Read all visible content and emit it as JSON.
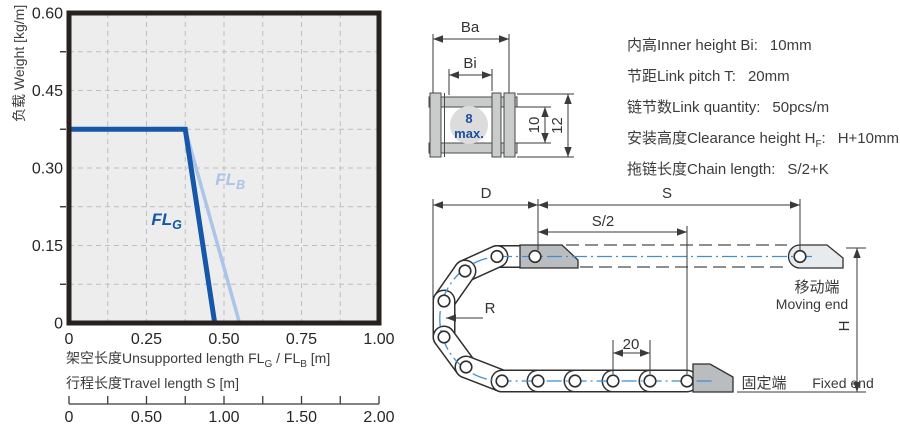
{
  "chart_data": {
    "type": "line",
    "title": "",
    "ylabel": "负载 Weight [kg/m]",
    "xlabel_line1": "架空长度Unsupported length FLG / FLB [m]",
    "xlabel_line2": "行程长度Travel length S [m]",
    "xlim": [
      0,
      1.0
    ],
    "ylim": [
      0,
      0.6
    ],
    "x_ticks": {
      "values": [
        0,
        0.25,
        0.5,
        0.75,
        1.0
      ],
      "labels": [
        "0",
        "0.25",
        "0.50",
        "0.75",
        "1.00"
      ]
    },
    "y_ticks": {
      "values": [
        0,
        0.15,
        0.3,
        0.45,
        0.6
      ],
      "labels": [
        "0",
        "0.15",
        "0.30",
        "0.45",
        "0.60"
      ]
    },
    "grid": {
      "x_step": 0.125,
      "y_step": 0.075,
      "style": "dashed",
      "color": "#bfbfbf"
    },
    "plot_bg": "#ededed",
    "border_color": "#29211f",
    "series": [
      {
        "name": "FL_B",
        "label_main": "FL",
        "label_sub": "B",
        "color": "#abc4ea",
        "line_width": 3.5,
        "points": [
          [
            0.375,
            0.375
          ],
          [
            0.55,
            0
          ]
        ],
        "label_pos": [
          0.52,
          0.267
        ]
      },
      {
        "name": "FL_G",
        "label_main": "FL",
        "label_sub": "G",
        "color": "#1557a8",
        "line_width": 5,
        "points": [
          [
            0,
            0.375
          ],
          [
            0.375,
            0.375
          ],
          [
            0.47,
            0
          ]
        ],
        "label_pos": [
          0.315,
          0.19
        ]
      }
    ],
    "secondary_x_axis": {
      "range": [
        0,
        2.0
      ],
      "tick_step": 0.25,
      "labels": {
        "values": [
          0,
          0.5,
          1.0,
          1.5,
          2.0
        ],
        "texts": [
          "0",
          "0.50",
          "1.00",
          "1.50",
          "2.00"
        ]
      }
    }
  },
  "captions": {
    "line1_pre": "架空长度Unsupported length FL",
    "line1_sub1": "G",
    "line1_mid": " / FL",
    "line1_sub2": "B",
    "line1_post": " [m]",
    "line2": "行程长度Travel length S [m]"
  },
  "cross_section": {
    "dim_outer_width": "Ba",
    "dim_inner_width": "Bi",
    "dim_inner_height": "10",
    "dim_outer_height": "12",
    "cable_note_line1": "8",
    "cable_note_line2": "max.",
    "note_color": "#1a4e9e"
  },
  "specs": {
    "rows": [
      {
        "zh": "内高",
        "en": "Inner height Bi:",
        "sub": "",
        "post": "",
        "value": "10mm"
      },
      {
        "zh": "节距",
        "en": "Link pitch T:",
        "sub": "",
        "post": "",
        "value": "20mm"
      },
      {
        "zh": "链节数",
        "en": "Link quantity:",
        "sub": "",
        "post": "",
        "value": "50pcs/m"
      },
      {
        "zh": "安装高度",
        "en": "Clearance height H",
        "sub": "F",
        "post": ":",
        "value": "H+10mm"
      },
      {
        "zh": "拖链长度",
        "en": "Chain length:",
        "sub": "",
        "post": "",
        "value": "S/2+K"
      }
    ]
  },
  "side_view": {
    "dim_d": "D",
    "dim_s": "S",
    "dim_s_half": "S/2",
    "dim_r": "R",
    "dim_pitch": "20",
    "dim_h": "H",
    "moving_end_zh": "移动端",
    "moving_end_en": "Moving end",
    "fixed_end_zh": "固定端",
    "fixed_end_en": "Fixed end",
    "centerline_color": "#3f8fd2"
  }
}
